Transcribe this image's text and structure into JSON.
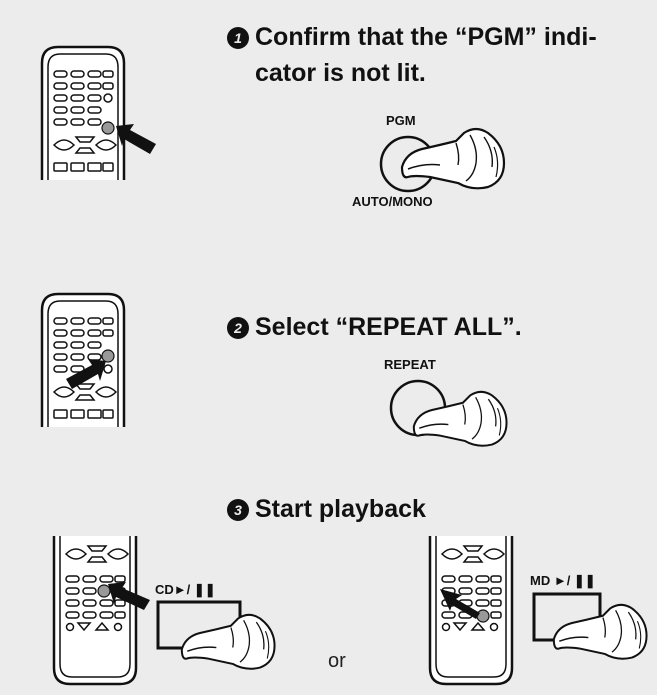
{
  "steps": [
    {
      "number": "1",
      "title_line1": "Confirm that the “PGM” indi-",
      "title_line2": "cator is not lit.",
      "button_label_top": "PGM",
      "button_label_bottom": "AUTO/MONO"
    },
    {
      "number": "2",
      "title_line1": "Select “REPEAT ALL”.",
      "button_label_top": "REPEAT"
    },
    {
      "number": "3",
      "title_line1": "Start playback",
      "button_label_cd": "CD►/ ❚❚",
      "button_label_md": "MD ►/ ❚❚",
      "separator": "or"
    }
  ],
  "colors": {
    "background": "#ececec",
    "ink": "#111111"
  },
  "icons": [
    "remote-control-icon",
    "pointing-arrow-icon",
    "pressing-hand-icon",
    "round-button-icon",
    "rect-button-icon"
  ]
}
